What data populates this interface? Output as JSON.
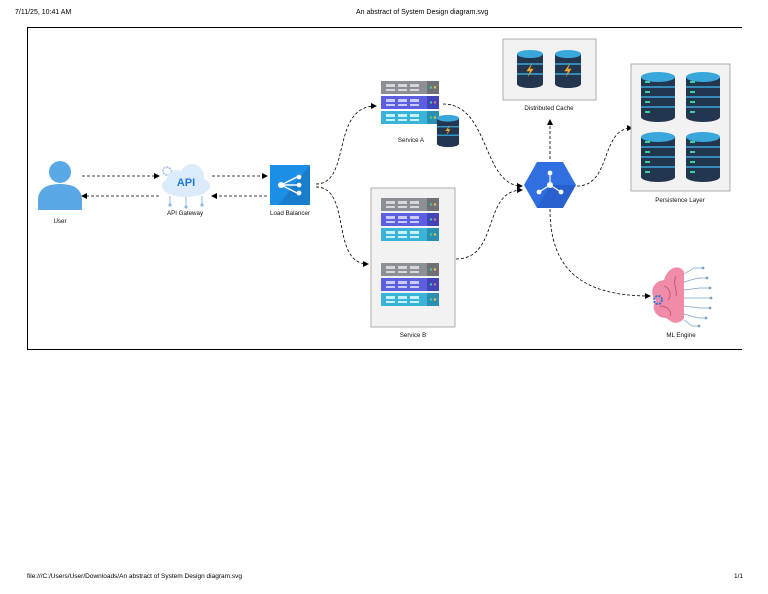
{
  "print": {
    "timestamp": "7/11/25, 10:41 AM",
    "doc_title": "An abstract of System Design diagram.svg",
    "file_path": "file:///C:/Users/User/Downloads/An abstract of System Design diagram.svg",
    "page": "1/1"
  },
  "diagram": {
    "user": "User",
    "api_gateway": "API Gateway",
    "api_badge": "API",
    "load_balancer": "Load Balancer",
    "service_a": "Service A",
    "service_b": "Service B",
    "distributed_cache": "Distributed Cache",
    "persistence_layer": "Persistence Layer",
    "ml_engine": "ML Engine"
  },
  "colors": {
    "gray": "#8c8f93",
    "purple": "#5b5fe0",
    "cyan": "#39b4d8",
    "db_dark": "#22374f",
    "db_light": "#3aa7dc",
    "hub": "#2f6fe0",
    "lb": "#1d8fe6",
    "brain": "#f08ca8"
  }
}
